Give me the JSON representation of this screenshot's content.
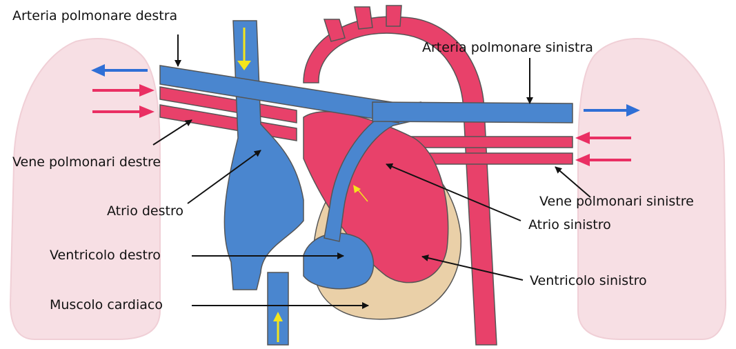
{
  "labels": {
    "arteria_polmonare_destra": "Arteria polmonare destra",
    "arteria_polmonare_sinistra": "Arteria polmonare sinistra",
    "vene_polmonari_destre": "Vene polmonari destre",
    "vene_polmonari_sinistre": "Vene polmonari sinistre",
    "atrio_destro": "Atrio destro",
    "atrio_sinistro": "Atrio sinistro",
    "ventricolo_destro": "Ventricolo destro",
    "ventricolo_sinistro": "Ventricolo sinistro",
    "muscolo_cardiaco": "Muscolo cardiaco"
  },
  "colors": {
    "deoxygenated_blue": "#4a86cf",
    "oxygenated_red": "#e8416a",
    "muscle_tan": "#ead0a8",
    "lung_pink": "#f7dfe4",
    "flow_arrow_yellow": "#f4e51c",
    "out_arrow_blue": "#2f6fd6",
    "in_arrow_red": "#ea2f63",
    "leader_line": "#111111"
  }
}
